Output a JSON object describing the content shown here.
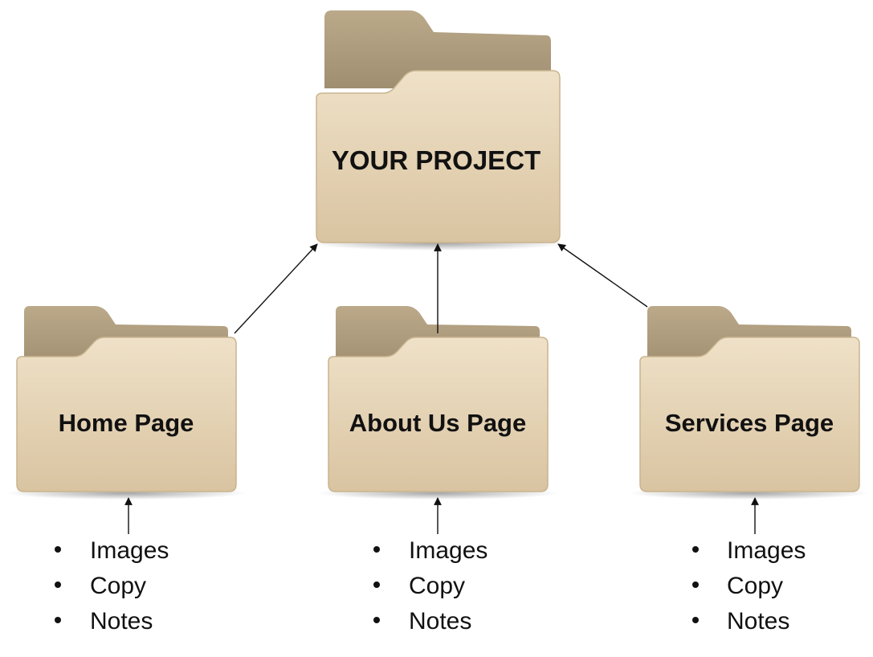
{
  "colors": {
    "folder_back": "#b2a282",
    "folder_front_light": "#ead9bd",
    "folder_front_dark": "#dcc8a6",
    "folder_border": "#c9b48f",
    "arrow": "#111111",
    "text": "#111111"
  },
  "root": {
    "label": "YOUR PROJECT"
  },
  "pages": [
    {
      "label": "Home Page",
      "items": [
        "Images",
        "Copy",
        "Notes"
      ]
    },
    {
      "label": "About Us Page",
      "items": [
        "Images",
        "Copy",
        "Notes"
      ]
    },
    {
      "label": "Services Page",
      "items": [
        "Images",
        "Copy",
        "Notes"
      ]
    }
  ]
}
